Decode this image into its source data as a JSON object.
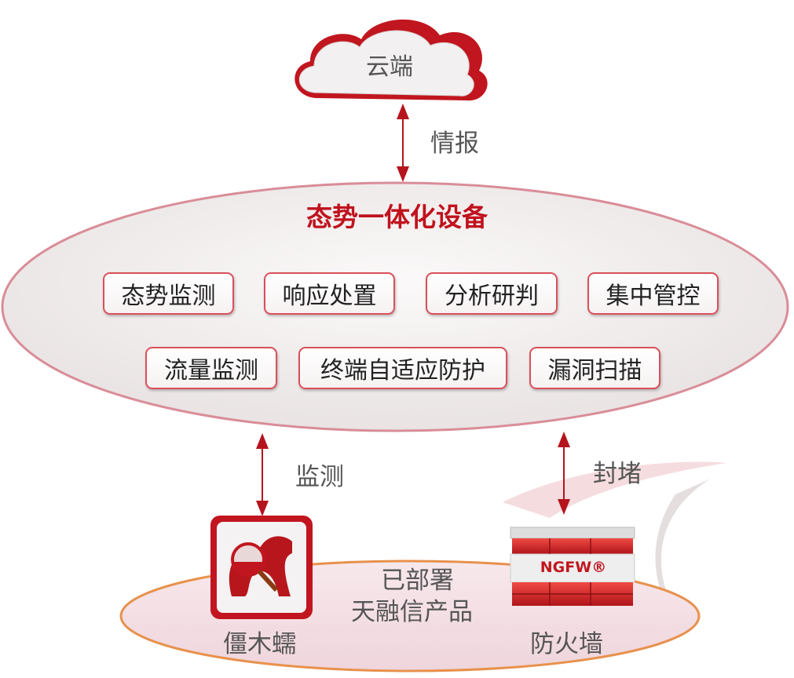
{
  "cloud": {
    "label": "云端"
  },
  "links": {
    "top": "情报",
    "left": "监测",
    "right": "封堵"
  },
  "platform": {
    "title": "态势一体化设备",
    "row1": [
      "态势监测",
      "响应处置",
      "分析研判",
      "集中管控"
    ],
    "row2": [
      "流量监测",
      "终端自适应防护",
      "漏洞扫描"
    ]
  },
  "deployed": {
    "line1": "已部署",
    "line2": "天融信产品",
    "left_product": "僵木蠕",
    "right_product": "防火墙",
    "firewall_badge": "NGFW®"
  },
  "colors": {
    "accent": "#c0121d",
    "box_border": "#d9505a"
  }
}
